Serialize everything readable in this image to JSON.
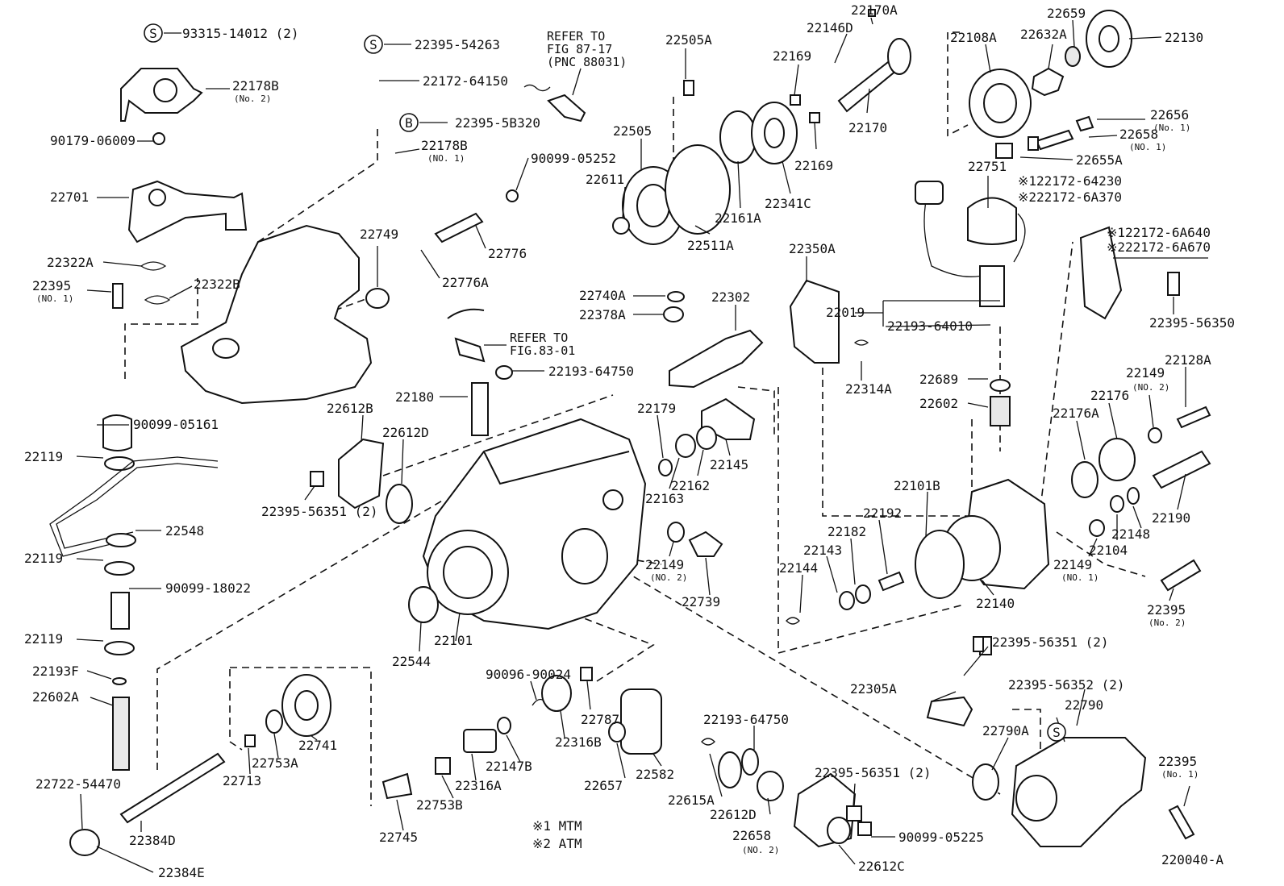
{
  "diagram": {
    "labels": {
      "l93315": "93315-14012 (2)",
      "l22178B2": "22178B",
      "l22178B2sub": "(No. 2)",
      "l90179": "90179-06009",
      "l22701": "22701",
      "l22322A": "22322A",
      "l22395no1a": "22395",
      "l22395no1asub": "(NO. 1)",
      "l22322B": "22322B",
      "l22395_54263": "22395-54263",
      "l22172_64150": "22172-64150",
      "l22395_5B320": "22395-5B320",
      "l22178B1": "22178B",
      "l22178B1sub": "(NO. 1)",
      "ref1a": "REFER TO",
      "ref1b": "FIG 87-17",
      "ref1c": "(PNC 88031)",
      "l90099_05252": "90099-05252",
      "l22505A": "22505A",
      "l22505": "22505",
      "l22611": "22611",
      "l22511A": "22511A",
      "l22161A": "22161A",
      "l22146D": "22146D",
      "l22170A": "22170A",
      "l22169a": "22169",
      "l22169b": "22169",
      "l22170": "22170",
      "l22341C": "22341C",
      "l22108A": "22108A",
      "l22632A": "22632A",
      "l22659": "22659",
      "l22130": "22130",
      "l22656": "22656",
      "l22656sub": "(No. 1)",
      "l22658a": "22658",
      "l22658asub": "(NO. 1)",
      "l22655A": "22655A",
      "l22751": "22751",
      "l22172_64230": "※122172-64230",
      "l22172_6A370": "※222172-6A370",
      "l22172_6A640": "※122172-6A640",
      "l22172_6A670": "※222172-6A670",
      "l22395_56350": "22395-56350",
      "l22749": "22749",
      "l22776": "22776",
      "l22776A": "22776A",
      "l22740A": "22740A",
      "l22378A": "22378A",
      "l22302": "22302",
      "ref2a": "REFER TO",
      "ref2b": "FIG.83-01",
      "l22193_64750a": "22193-64750",
      "l22350A": "22350A",
      "l22019": "22019",
      "l22193_64010": "22193-64010",
      "l22314A": "22314A",
      "l22689": "22689",
      "l22602": "22602",
      "l22128A": "22128A",
      "l22149no2a": "22149",
      "l22149no2asub": "(NO. 2)",
      "l22176": "22176",
      "l22176A": "22176A",
      "l90099_05161": "90099-05161",
      "l22119a": "22119",
      "l22548": "22548",
      "l22119b": "22119",
      "l90099_18022": "90099-18022",
      "l22119c": "22119",
      "l22193F": "22193F",
      "l22602A": "22602A",
      "l22612B": "22612B",
      "l22612D": "22612D",
      "l22395_56351a": "22395-56351 (2)",
      "l22180": "22180",
      "l22179": "22179",
      "l22145": "22145",
      "l22162": "22162",
      "l22163": "22163",
      "l22149no2b": "22149",
      "l22149no2bsub": "(NO. 2)",
      "l22739": "22739",
      "l22101B": "22101B",
      "l22192": "22192",
      "l22182": "22182",
      "l22143": "22143",
      "l22144": "22144",
      "l22140": "22140",
      "l22190": "22190",
      "l22148": "22148",
      "l22104": "22104",
      "l22149no1": "22149",
      "l22149no1sub": "(NO. 1)",
      "l22395no2": "22395",
      "l22395no2sub": "(No. 2)",
      "l22544": "22544",
      "l22101": "22101",
      "l90096_90024": "90096-90024",
      "l22787": "22787",
      "l22316B": "22316B",
      "l22147B": "22147B",
      "l22316A": "22316A",
      "l22753B": "22753B",
      "l22745": "22745",
      "l22657": "22657",
      "l22582": "22582",
      "l22741": "22741",
      "l22753A": "22753A",
      "l22713": "22713",
      "l22722_54470": "22722-54470",
      "l22384D": "22384D",
      "l22384E": "22384E",
      "l22395_56351b": "22395-56351 (2)",
      "l22305A": "22305A",
      "l22395_56352": "22395-56352 (2)",
      "l22790": "22790",
      "l22790A": "22790A",
      "l22395no1b": "22395",
      "l22395no1bsub": "(No. 1)",
      "l22193_64750b": "22193-64750",
      "l22615A": "22615A",
      "l22612Db": "22612D",
      "l22658b": "22658",
      "l22658bsub": "(NO. 2)",
      "l22395_56351c": "22395-56351 (2)",
      "l90099_05225": "90099-05225",
      "l22612C": "22612C",
      "note1": "※1 MTM",
      "note2": "※2 ATM",
      "code": "220040-A",
      "markS1": "S",
      "markS2": "S",
      "markB": "B",
      "markS3": "S"
    }
  }
}
